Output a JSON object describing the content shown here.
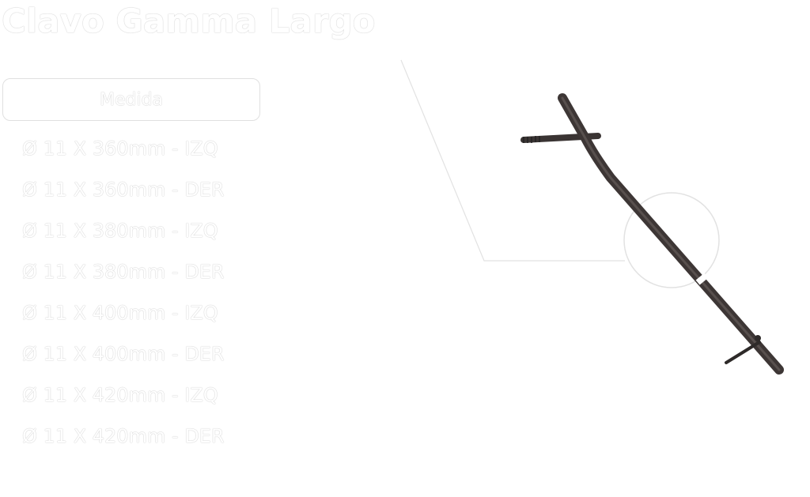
{
  "title": "Clavo Gamma Largo",
  "filter": {
    "label": "Medida"
  },
  "sizes": [
    "Ø 11 X 360mm - IZQ",
    "Ø 11 X 360mm - DER",
    "Ø 11 X 380mm - IZQ",
    "Ø 11 X 380mm - DER",
    "Ø 11 X 400mm - IZQ",
    "Ø 11 X 400mm - DER",
    "Ø 11 X 420mm - IZQ",
    "Ø 11 X 420mm - DER"
  ]
}
